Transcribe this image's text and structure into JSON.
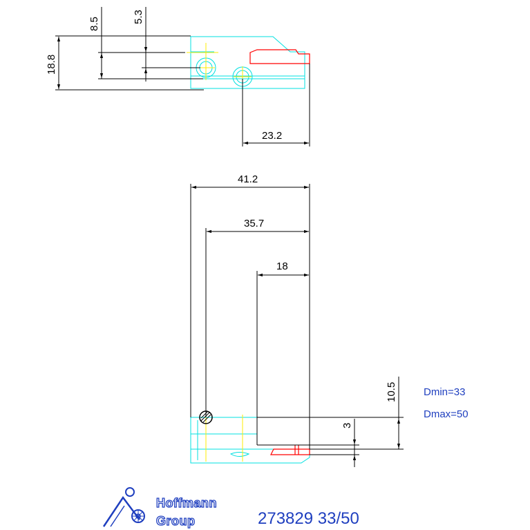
{
  "top_view": {
    "dims": {
      "d85": "8.5",
      "d53": "5.3",
      "d188": "18.8",
      "d232": "23.2"
    }
  },
  "front_view": {
    "dims": {
      "d412": "41.2",
      "d357": "35.7",
      "d18": "18",
      "d105": "10.5",
      "d3": "3"
    }
  },
  "specs": {
    "dmin": "Dmin=33",
    "dmax": "Dmax=50"
  },
  "title_block": {
    "logo_line1": "Hoffmann",
    "logo_line2": "Group",
    "part_number": "273829 33/50"
  },
  "colors": {
    "outline": "#00e0e0",
    "centerline": "#ffee00",
    "insert": "#ff0000",
    "dimension": "#000000",
    "brand": "#1f3fbf"
  }
}
